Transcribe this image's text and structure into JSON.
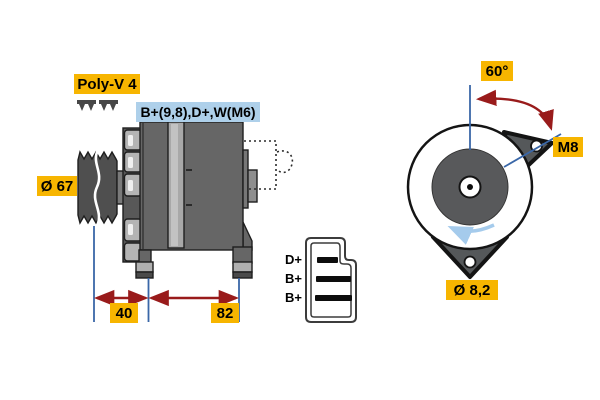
{
  "figure": {
    "type": "technical-diagram",
    "subject": "Alternator dimensional drawing, side view and rear view"
  },
  "side_view": {
    "belt_type_label": "Poly-V 4",
    "terminal_label": "B+(9,8),D+,W(M6)",
    "pulley_diameter": "Ø 67",
    "dim_pulley_to_foot": "40",
    "dim_foot_span": "82"
  },
  "connector": {
    "pins": [
      "D+",
      "B+",
      "B+"
    ]
  },
  "rear_view": {
    "mount_angle": "60°",
    "bolt_thread": "M8",
    "mount_hole_diameter": "Ø 8,2"
  },
  "icons": {
    "belt_profile": "poly-v-belt-icon",
    "rotation_direction": "rotation-arrow-icon"
  },
  "colors": {
    "label_yellow": "#f7b500",
    "label_blue": "#aed0ea",
    "dimension_red": "#991b1b",
    "dimension_blue": "#3a67a8",
    "rotation_blue": "#a5cbec",
    "housing_gray": "#666666"
  }
}
